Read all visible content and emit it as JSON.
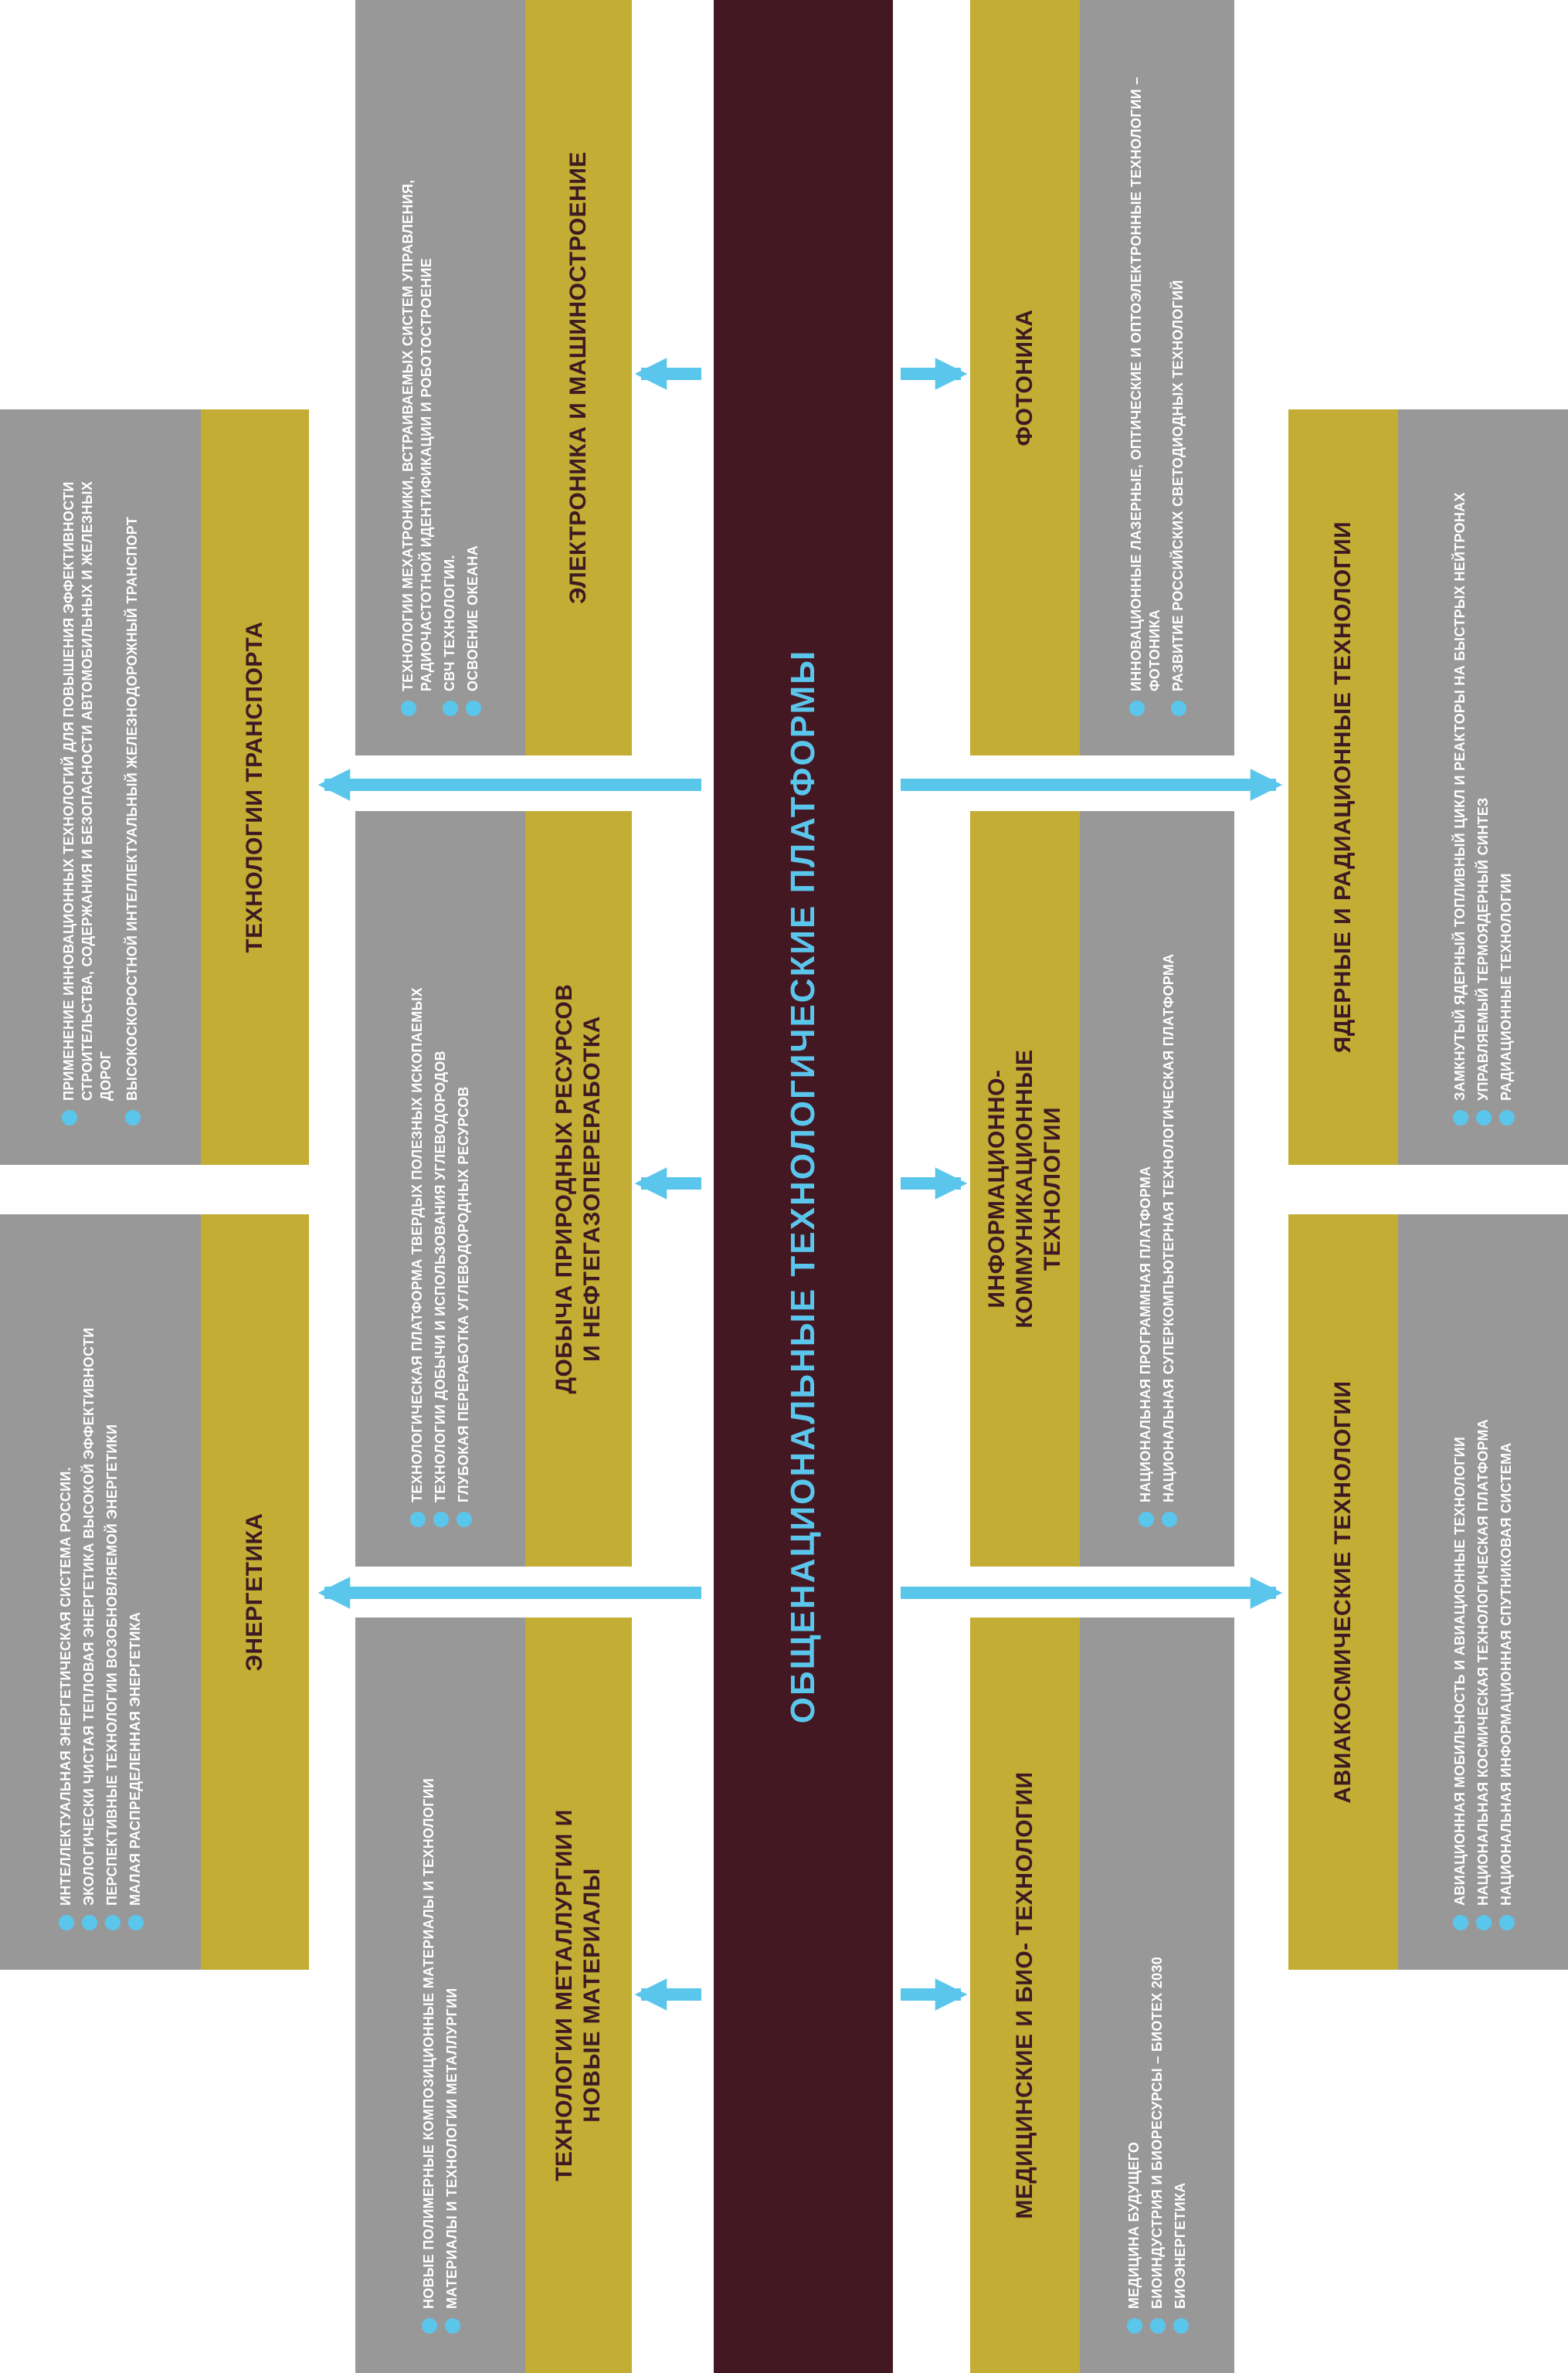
{
  "title": "ОБЩЕНАЦИОНАЛЬНЫЕ ТЕХНОЛОГИЧЕСКИЕ ПЛАТФОРМЫ",
  "colors": {
    "center": "#441823",
    "gold": "#c3ad34",
    "gray": "#999898",
    "accent": "#5bc6ec",
    "dark_text": "#3d1a22"
  },
  "categories": {
    "transport": {
      "title": "ТЕХНОЛОГИИ ТРАНСПОРТА",
      "items": [
        "ПРИМЕНЕНИЕ ИННОВАЦИОННЫХ ТЕХНОЛОГИЙ ДЛЯ ПОВЫШЕНИЯ ЭФФЕКТИВНОСТИ СТРОИТЕЛЬСТВА, СОДЕРЖАНИЯ И БЕЗОПАСНОСТИ АВТОМОБИЛЬНЫХ И ЖЕЛЕЗНЫХ ДОРОГ",
        "ВЫСОКОСКОРОСТНОЙ ИНТЕЛЛЕКТУАЛЬНЫЙ ЖЕЛЕЗНОДОРОЖНЫЙ ТРАНСПОРТ"
      ]
    },
    "energy": {
      "title": "ЭНЕРГЕТИКА",
      "items": [
        "ИНТЕЛЛЕКТУАЛЬНАЯ ЭНЕРГЕТИЧЕСКАЯ СИСТЕМА РОССИИ.",
        "ЭКОЛОГИЧЕСКИ ЧИСТАЯ ТЕПЛОВАЯ ЭНЕРГЕТИКА ВЫСОКОЙ ЭФФЕКТИВНОСТИ",
        "ПЕРСПЕКТИВНЫЕ ТЕХНОЛОГИИ ВОЗОБНОВЛЯЕМОЙ ЭНЕРГЕТИКИ",
        "МАЛАЯ РАСПРЕДЕЛЕННАЯ ЭНЕРГЕТИКА"
      ]
    },
    "electronics": {
      "title": "ЭЛЕКТРОНИКА И МАШИНОСТРОЕНИЕ",
      "items": [
        "ТЕХНОЛОГИИ МЕХАТРОНИКИ, ВСТРАИВАЕМЫХ СИСТЕМ УПРАВЛЕНИЯ, РАДИОЧАСТОТНОЙ ИДЕНТИФИКАЦИИ И РОБОТОСТРОЕНИЕ",
        "СВЧ ТЕХНОЛОГИИ.",
        "ОСВОЕНИЕ ОКЕАНА"
      ]
    },
    "resources": {
      "title": "ДОБЫЧА ПРИРОДНЫХ РЕСУРСОВ И НЕФТЕГАЗОПЕРЕРАБОТКА",
      "items": [
        "ТЕХНОЛОГИЧЕСКАЯ ПЛАТФОРМА ТВЕРДЫХ ПОЛЕЗНЫХ ИСКОПАЕМЫХ",
        "ТЕХНОЛОГИИ ДОБЫЧИ И ИСПОЛЬЗОВАНИЯ УГЛЕВОДОРОДОВ",
        "ГЛУБОКАЯ ПЕРЕРАБОТКА УГЛЕВОДОРОДНЫХ РЕСУРСОВ"
      ]
    },
    "metallurgy": {
      "title": "ТЕХНОЛОГИИ МЕТАЛЛУРГИИ И НОВЫЕ МАТЕРИАЛЫ",
      "items": [
        "НОВЫЕ ПОЛИМЕРНЫЕ КОМПОЗИЦИОННЫЕ МАТЕРИАЛЫ И ТЕХНОЛОГИИ",
        "МАТЕРИАЛЫ И ТЕХНОЛОГИИ МЕТАЛЛУРГИИ"
      ]
    },
    "photonics": {
      "title": "ФОТОНИКА",
      "items": [
        "ИННОВАЦИОННЫЕ ЛАЗЕРНЫЕ, ОПТИЧЕСКИЕ И ОПТОЭЛЕКТРОННЫЕ ТЕХНОЛОГИИ – ФОТОНИКА",
        "РАЗВИТИЕ РОССИЙСКИХ СВЕТОДИОДНЫХ ТЕХНОЛОГИЙ"
      ]
    },
    "ict": {
      "title": "ИНФОРМАЦИОННО-КОММУНИКАЦИОННЫЕ ТЕХНОЛОГИИ",
      "items": [
        "НАЦИОНАЛЬНАЯ ПРОГРАММНАЯ ПЛАТФОРМА",
        "НАЦИОНАЛЬНАЯ СУПЕРКОМПЬЮТЕРНАЯ ТЕХНОЛОГИЧЕСКАЯ ПЛАТФОРМА"
      ]
    },
    "medical": {
      "title": "МЕДИЦИНСКИЕ И БИО- ТЕХНОЛОГИИ",
      "items": [
        "МЕДИЦИНА БУДУЩЕГО",
        "БИОИНДУСТРИЯ И БИОРЕСУРСЫ – БИОТЕХ 2030",
        "БИОЭНЕРГЕТИКА"
      ]
    },
    "nuclear": {
      "title": "ЯДЕРНЫЕ И РАДИАЦИОННЫЕ ТЕХНОЛОГИИ",
      "items": [
        "ЗАМКНУТЫЙ ЯДЕРНЫЙ ТОПЛИВНЫЙ ЦИКЛ И РЕАКТОРЫ НА БЫСТРЫХ НЕЙТРОНАХ",
        "УПРАВЛЯЕМЫЙ ТЕРМОЯДЕРНЫЙ СИНТЕЗ",
        "РАДИАЦИОННЫЕ ТЕХНОЛОГИИ"
      ]
    },
    "aerospace": {
      "title": "АВИАКОСМИЧЕСКИЕ ТЕХНОЛОГИИ",
      "items": [
        "АВИАЦИОННАЯ МОБИЛЬНОСТЬ И АВИАЦИОННЫЕ ТЕХНОЛОГИИ",
        "НАЦИОНАЛЬНАЯ КОСМИЧЕСКАЯ ТЕХНОЛОГИЧЕСКАЯ ПЛАТФОРМА",
        "НАЦИОНАЛЬНАЯ ИНФОРМАЦИОННАЯ СПУТНИКОВАЯ СИСТЕМА"
      ]
    }
  }
}
